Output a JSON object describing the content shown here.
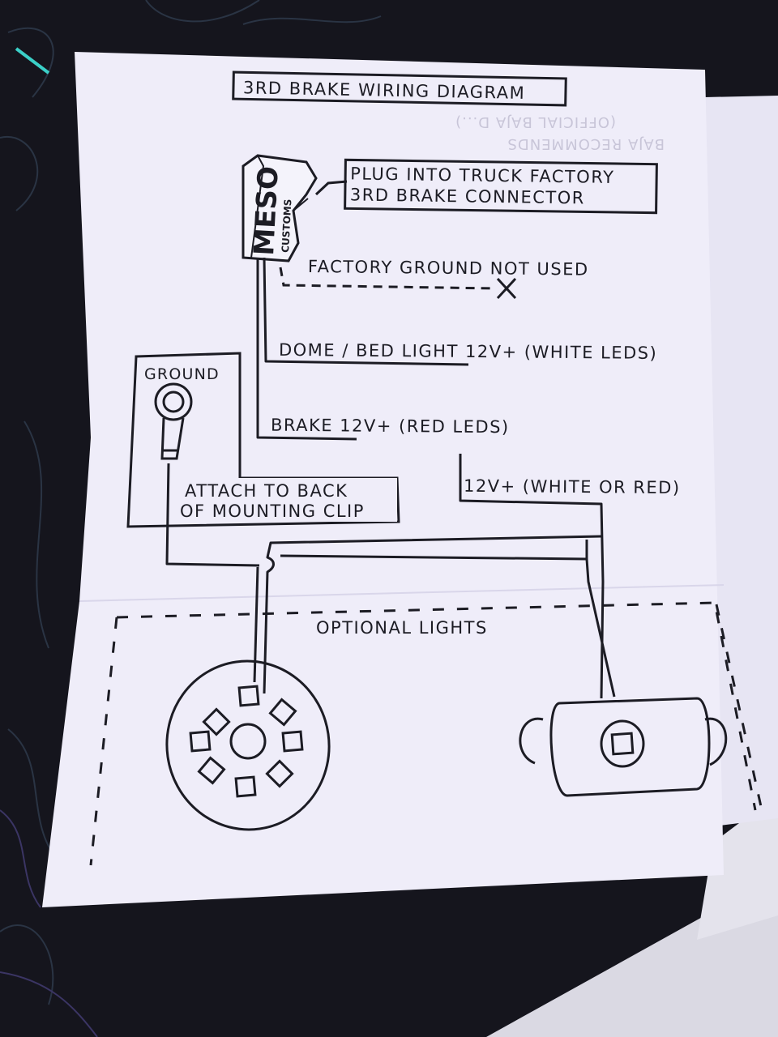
{
  "diagram": {
    "title": "3RD BRAKE WIRING DIAGRAM",
    "connector_callout": {
      "line1": "PLUG INTO TRUCK FACTORY",
      "line2": "3RD BRAKE CONNECTOR"
    },
    "connector_logo": {
      "line1": "MESO",
      "line2": "CUSTOMS"
    },
    "factory_ground_note": "FACTORY GROUND NOT USED",
    "wires": {
      "dome": "DOME / BED LIGHT 12V+ (WHITE LEDS)",
      "brake": "BRAKE 12V+ (RED LEDS)",
      "twelve_v": "12V+ (WHITE OR RED)"
    },
    "ground": {
      "label": "GROUND",
      "attach_line1": "ATTACH TO BACK",
      "attach_line2": "OF MOUNTING CLIP"
    },
    "optional_lights": "OPTIONAL LIGHTS"
  },
  "colors": {
    "paper": "#efedf9",
    "ink": "#1c1c24",
    "background": "#14141c"
  }
}
